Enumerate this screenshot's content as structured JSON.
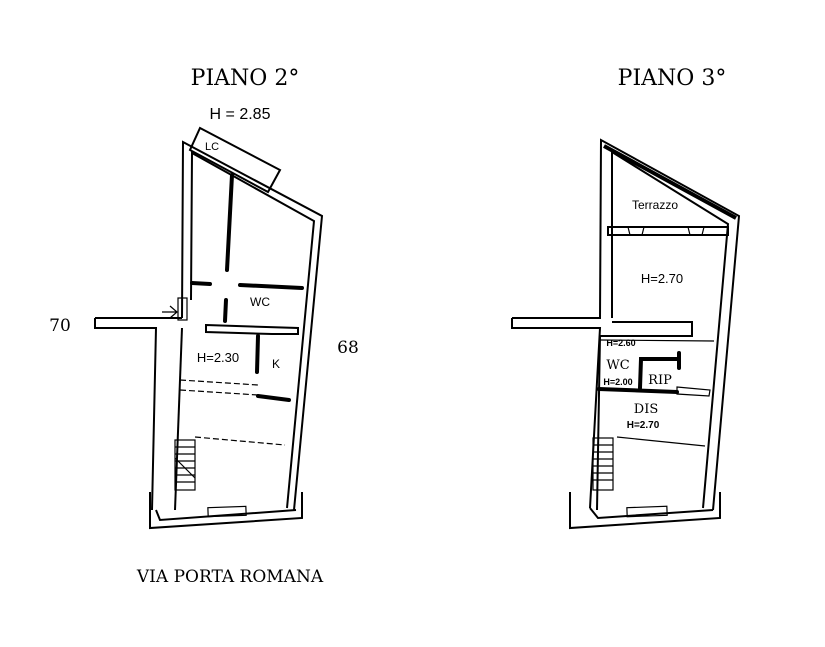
{
  "plan_2": {
    "title": "PIANO 2°",
    "height_label": "H = 2.85",
    "rooms": {
      "lc": "LC",
      "wc": "WC",
      "main_height": "H=2.30",
      "kitchen": "K"
    },
    "left_neighbor": "70",
    "right_neighbor": "68",
    "street": "VIA PORTA ROMANA"
  },
  "plan_3": {
    "title": "PIANO 3°",
    "rooms": {
      "terrace": "Terrazzo",
      "main_height": "H=2.70",
      "wc_height_top": "H=2.60",
      "wc": "WC",
      "wc_height_bottom": "H=2.00",
      "storage": "RIP",
      "hall": "DIS",
      "hall_height": "H=2.70"
    }
  }
}
